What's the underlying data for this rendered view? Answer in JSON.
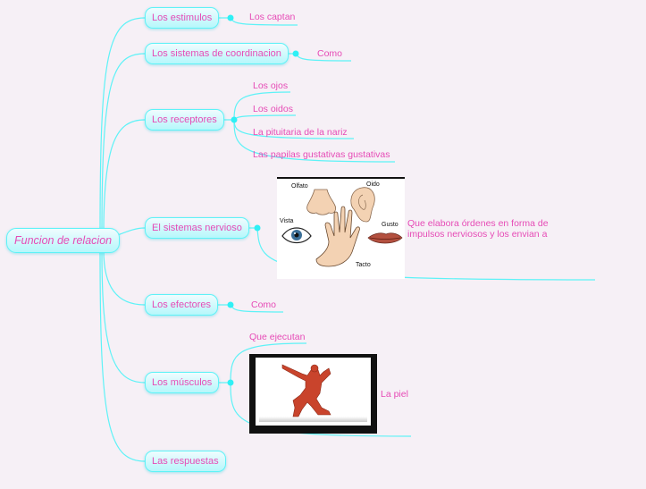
{
  "root": {
    "label": "Funcion de relacion"
  },
  "branches": [
    {
      "label": "Los estimulos",
      "children": [
        "Los captan"
      ]
    },
    {
      "label": "Los sistemas de coordinacion",
      "children": [
        "Como"
      ]
    },
    {
      "label": "Los receptores",
      "children": [
        "Los ojos",
        "Los oidos",
        "La pituitaria de la nariz",
        "Las papilas gustativas gustativas"
      ]
    },
    {
      "label": "El sistemas nervioso",
      "note": "Que elabora órdenes en forma de impulsos nerviosos y los envian a",
      "image": {
        "description": "senses illustration",
        "labels": [
          "Olfato",
          "Oido",
          "Vista",
          "Gusto",
          "Tacto"
        ]
      }
    },
    {
      "label": "Los efectores",
      "children": [
        "Como"
      ]
    },
    {
      "label": "Los músculos",
      "children": [
        "Que ejecutan"
      ],
      "note": "La piel",
      "image": {
        "description": "muscular human figure"
      }
    },
    {
      "label": "Las respuestas"
    }
  ],
  "colors": {
    "text": "#e64bb6",
    "link": "#5ef2f7",
    "background": "#f6f0f6"
  }
}
